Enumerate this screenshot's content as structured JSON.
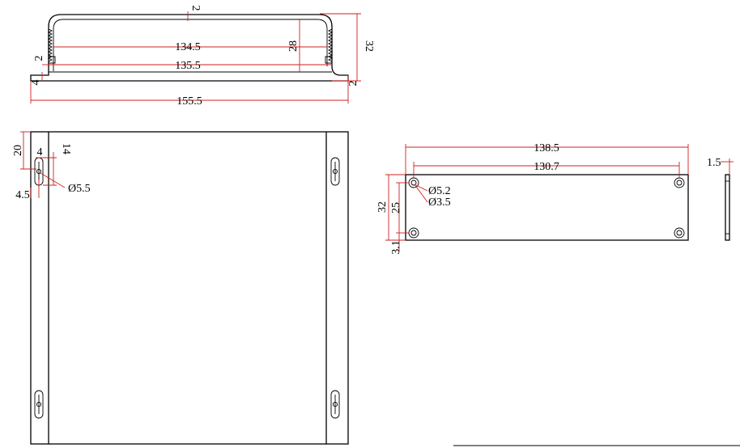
{
  "colors": {
    "outline": "#000000",
    "dimension": "#d21f1f",
    "background": "#ffffff"
  },
  "profile": {
    "wall_top": "2",
    "inner_width": "134.5",
    "rail_width": "135.5",
    "inner_height": "28",
    "total_height": "32",
    "left_wall": "2",
    "base_thickness": "4",
    "right_flange": "2",
    "overall_width": "155.5"
  },
  "plan": {
    "slot_offset_y": "20",
    "slot_width": "4",
    "slot_length": "14",
    "slot_offset_x": "4.5",
    "slot_diameter": "Ø5.5"
  },
  "endcap": {
    "overall_width": "138.5",
    "hole_spacing": "130.7",
    "counterbore": "Ø5.2",
    "hole_diameter": "Ø3.5",
    "height": "32",
    "hole_spacing_vertical": "25",
    "hole_edge_offset": "3.1",
    "thickness": "1.5"
  }
}
